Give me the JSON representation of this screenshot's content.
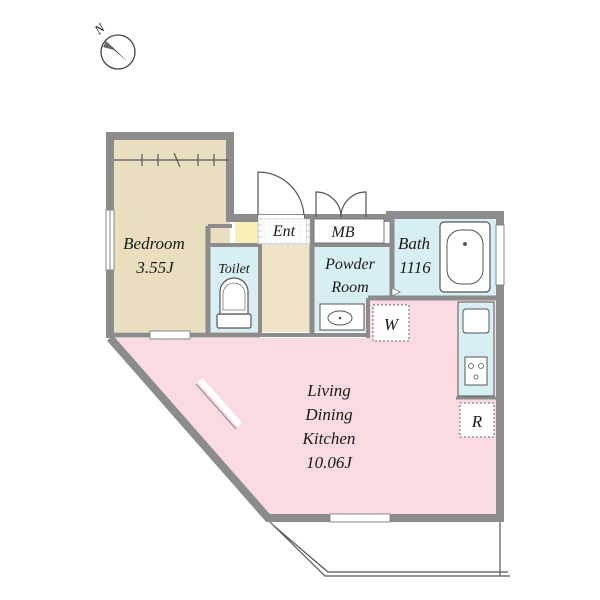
{
  "compass": {
    "north_label": "N",
    "icon": "north-arrow-icon"
  },
  "rooms": {
    "bedroom": {
      "name": "Bedroom",
      "size": "3.55J",
      "color": "#e9dfbf"
    },
    "toilet": {
      "name": "Toilet",
      "color": "#d7eef3"
    },
    "entrance": {
      "name": "Ent"
    },
    "mb": {
      "name": "MB"
    },
    "powder": {
      "line1": "Powder",
      "line2": "Room",
      "color": "#d7eef3"
    },
    "bath": {
      "name": "Bath",
      "size": "1116",
      "color": "#d7eef3"
    },
    "closet": {
      "name": "W"
    },
    "ldk": {
      "line1": "Living",
      "line2": "Dining",
      "line3": "Kitchen",
      "size": "10.06J",
      "color": "#f9dbe1"
    },
    "fridge": {
      "name": "R"
    }
  },
  "colors": {
    "wall": "#8c8c8c",
    "corridor": "#efe4c6",
    "shoe_box": "#f7f1b8"
  }
}
